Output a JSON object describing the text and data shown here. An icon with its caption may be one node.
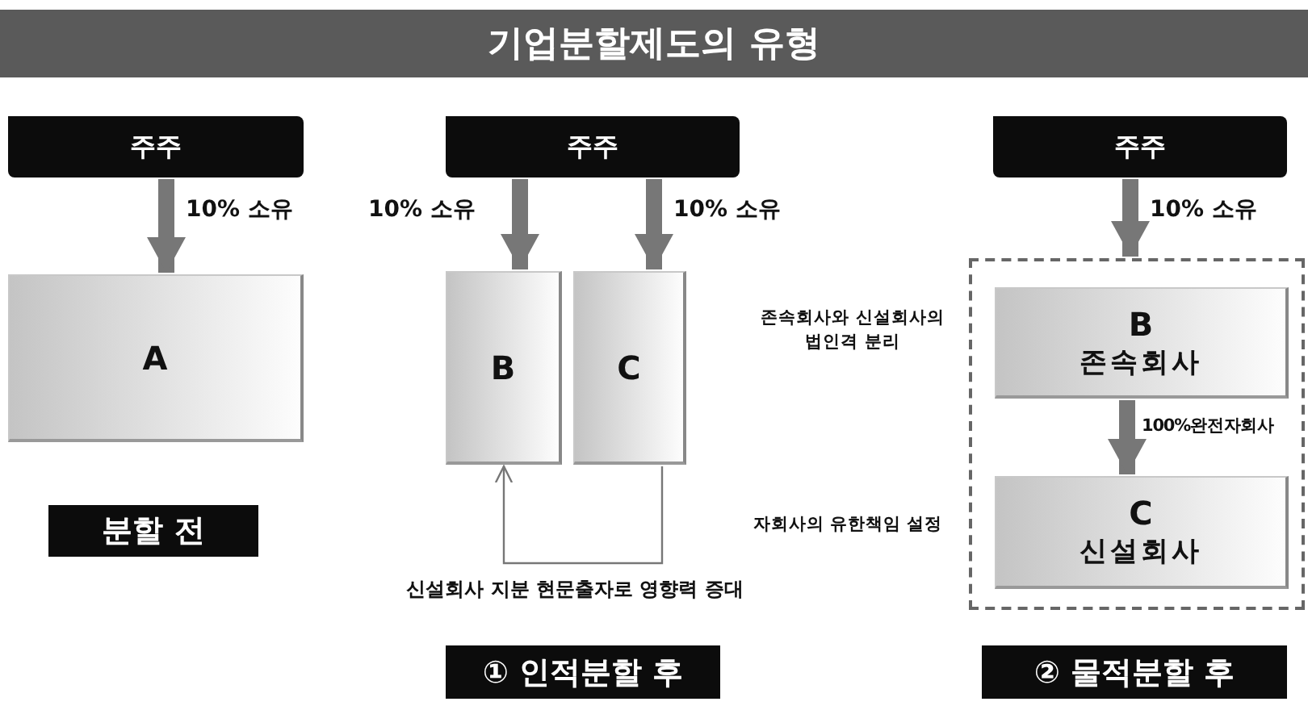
{
  "diagram": {
    "title": "기업분할제도의 유형",
    "nodes": [
      {
        "text": [
          "주주"
        ]
      },
      {
        "text": [
          "A"
        ]
      },
      {
        "text": [
          "분할 전"
        ]
      },
      {
        "text": [
          "주주"
        ]
      },
      {
        "text": [
          "B"
        ]
      },
      {
        "text": [
          "C"
        ]
      },
      {
        "text": [
          "① 인적분할 후"
        ]
      },
      {
        "text": [
          "주주"
        ]
      },
      {
        "text": [],
        "shape": "box"
      },
      {
        "text": [
          "B",
          "존속회사"
        ],
        "in": 8
      },
      {
        "text": [
          "C",
          "신설회사"
        ],
        "in": 8
      },
      {
        "text": [
          "② 물적분할 후"
        ]
      }
    ],
    "edges": [
      {
        "from": 0,
        "to": 1,
        "arrow": "to",
        "label": "10% 소유"
      },
      {
        "from": 3,
        "to": 4,
        "arrow": "to",
        "label": "10% 소유"
      },
      {
        "from": 3,
        "to": 5,
        "arrow": "to",
        "label": "10% 소유"
      },
      {
        "from": 5,
        "to": 4,
        "arrow": "to",
        "label": "신설회사 지분 현문출자로 영향력 증대"
      },
      {
        "from": 7,
        "to": 8,
        "arrow": "to",
        "label": "10% 소유"
      },
      {
        "from": 9,
        "to": 10,
        "arrow": "to",
        "label": "100%완전자회사"
      }
    ],
    "labels": [
      "존속회사와 신설회사의 법인격 분리",
      "자회사의 유한책임 설정"
    ]
  }
}
